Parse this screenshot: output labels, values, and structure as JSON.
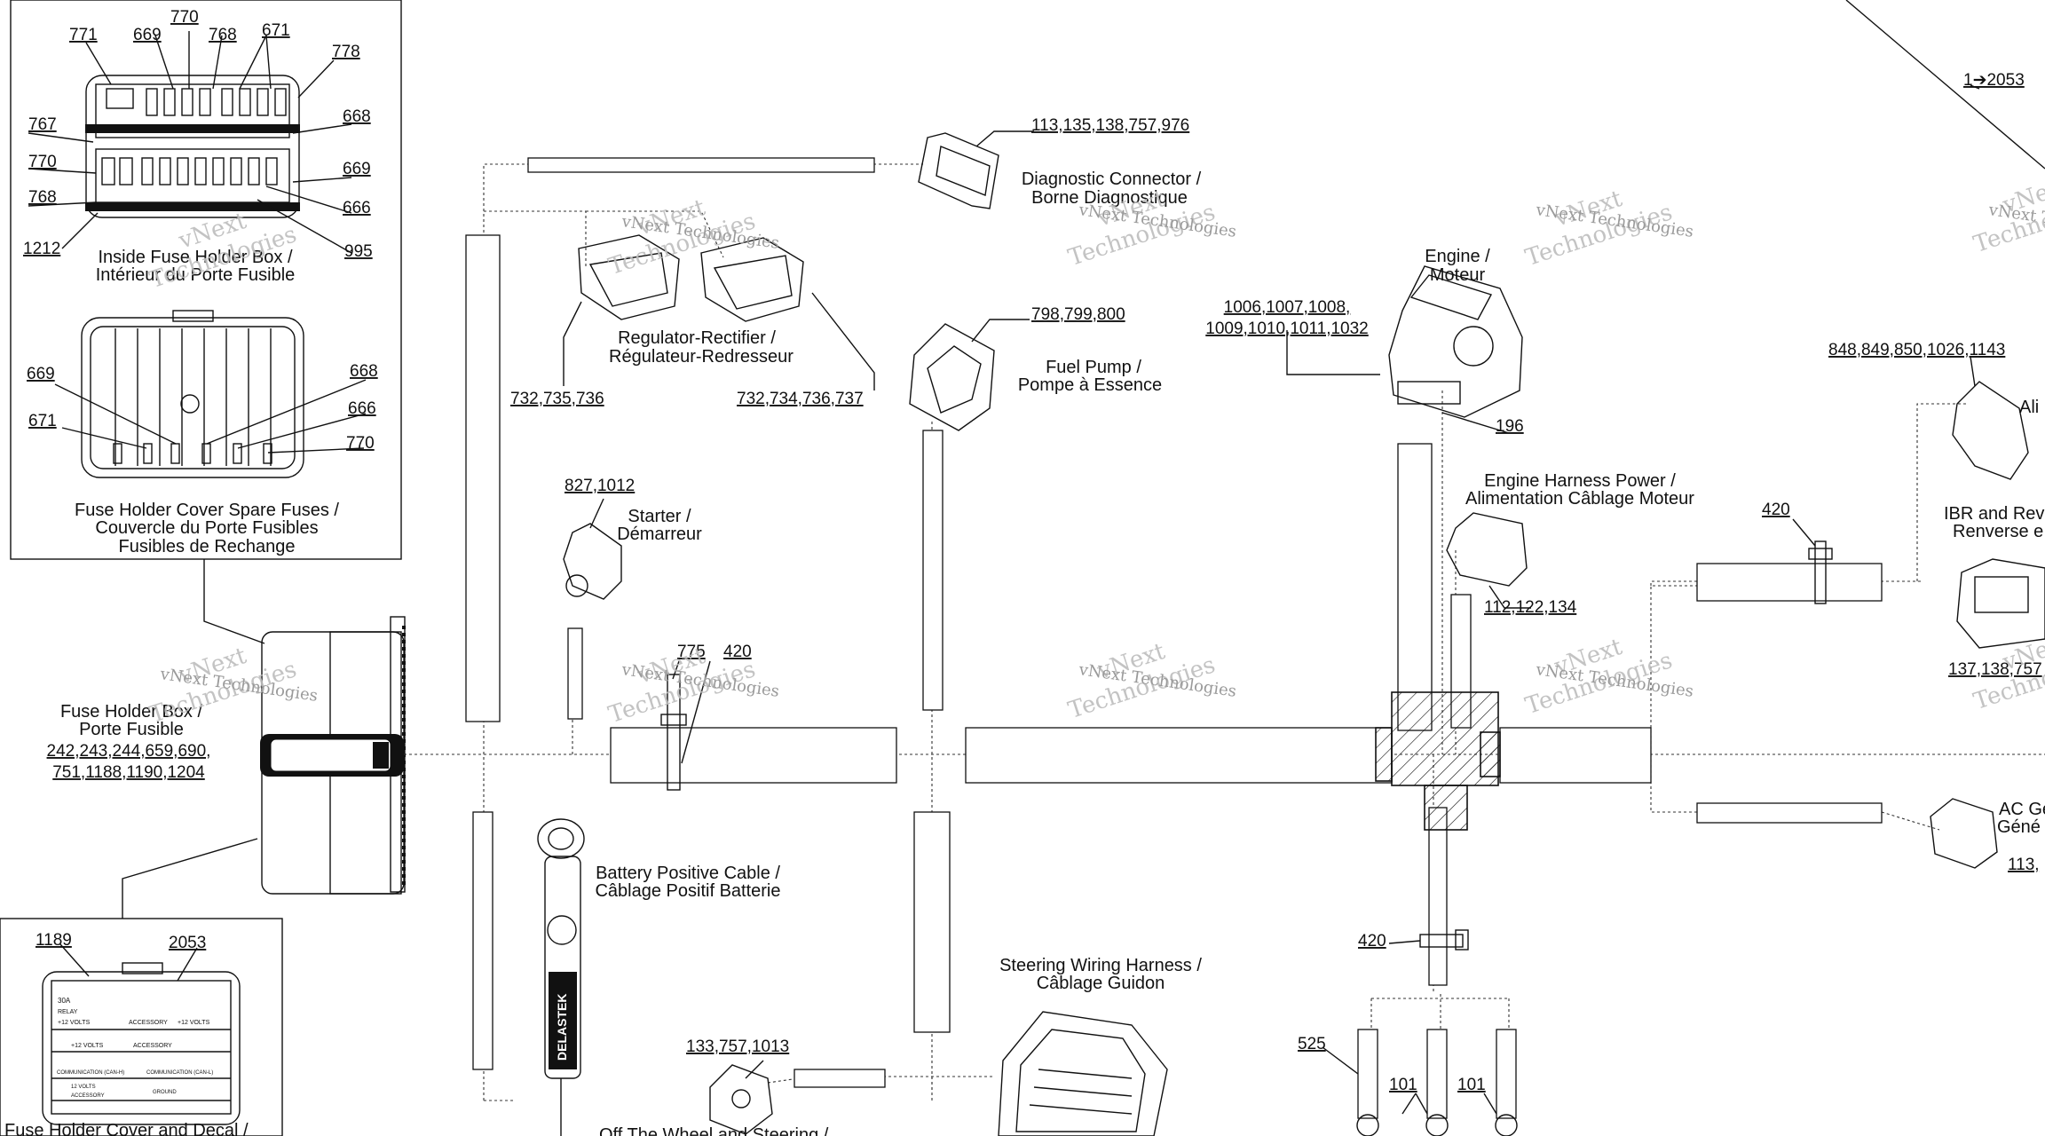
{
  "panels": {
    "inside_fuse_box": {
      "label_en": "Inside Fuse Holder Box /",
      "label_fr": "Intérieur du Porte Fusible",
      "refs": [
        "771",
        "669",
        "770",
        "768",
        "671",
        "778",
        "767",
        "668",
        "770",
        "669",
        "768",
        "666",
        "1212",
        "995"
      ]
    },
    "spare_fuses": {
      "label_line1": "Fuse Holder Cover Spare Fuses /",
      "label_line2": "Couvercle du Porte Fusibles",
      "label_line3": "Fusibles de Rechange",
      "refs": [
        "669",
        "668",
        "671",
        "666",
        "770"
      ]
    },
    "cover_decal": {
      "label": "Fuse Holder Cover and Decal /",
      "refs": [
        "1189",
        "2053"
      ],
      "decal_text": [
        "30A",
        "RELAY",
        "+12 VOLTS",
        "ACCESSORY",
        "+12 VOLTS",
        "+12 VOLTS",
        "ACCESSORY",
        "COMMUNICATION (CAN-H)",
        "COMMUNICATION (CAN-L)",
        "12 VOLTS",
        "ACCESSORY",
        "GROUND"
      ]
    }
  },
  "components": {
    "fuse_holder_box": {
      "line1": "Fuse Holder Box /",
      "line2": "Porte Fusible",
      "refs1": "242,243,244,659,690,",
      "refs2": "751,1188,1190,1204"
    },
    "regulator": {
      "line1": "Regulator-Rectifier /",
      "line2": "Régulateur-Redresseur",
      "ref_a": "732,735,736",
      "ref_b": "732,734,736,737"
    },
    "diagnostic": {
      "line1": "Diagnostic Connector /",
      "line2": "Borne Diagnostique",
      "ref": "113,135,138,757,976"
    },
    "fuel_pump": {
      "line1": "Fuel Pump /",
      "line2": "Pompe à Essence",
      "ref": "798,799,800"
    },
    "engine": {
      "line1": "Engine /",
      "line2": "Moteur",
      "ref1": "1006,1007,1008,",
      "ref2": "1009,1010,1011,1032",
      "ref3": "196"
    },
    "starter": {
      "line1": "Starter /",
      "line2": "Démarreur",
      "ref": "827,1012"
    },
    "engine_harness_power": {
      "line1": "Engine Harness Power /",
      "line2": "Alimentation Câblage Moteur",
      "ref": "112,122,134"
    },
    "battery_cable": {
      "line1": "Battery Positive Cable /",
      "line2": "Câblage Positif Batterie",
      "brand": "DELASTEK"
    },
    "steering_harness": {
      "line1": "Steering Wiring Harness /",
      "line2": "Câblage Guidon"
    },
    "off_steering": {
      "line1": "Off The Wheel and Steering /",
      "ref": "133,757,1013"
    },
    "ibr": {
      "line1": "IBR and Rev",
      "line2": "Renverse e",
      "ref": "137,138,757"
    },
    "ac_generator": {
      "line1": "AC Ge",
      "line2": "Géné",
      "ref": "113,"
    },
    "right_top": {
      "ref": "848,849,850,1026,1143",
      "line1": "Ali"
    },
    "right_corner": {
      "ref": "1➔2053"
    },
    "misc_refs": {
      "r775": "775",
      "r420a": "420",
      "r420b": "420",
      "r420c": "420",
      "r525": "525",
      "r101a": "101",
      "r101b": "101"
    }
  },
  "watermark": {
    "line1": "vNext",
    "line2": "Technologies",
    "small": "vNext Technologies"
  }
}
